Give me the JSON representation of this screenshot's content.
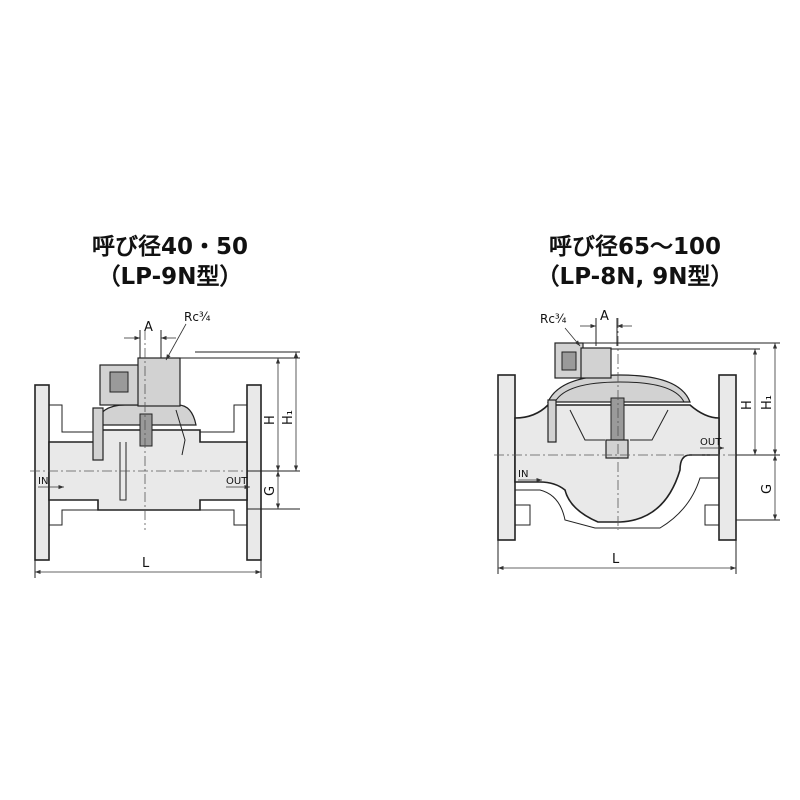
{
  "left": {
    "title_line1": "呼び径40・50",
    "title_line2": "（LP-9N型）",
    "dim_A": "A",
    "dim_Rc": "Rc¾",
    "dim_H": "H",
    "dim_H1": "H₁",
    "dim_G": "G",
    "dim_L": "L",
    "label_in": "IN",
    "label_out": "OUT"
  },
  "right": {
    "title_line1": "呼び径65～100",
    "title_line2": "（LP-8N, 9N型）",
    "dim_A": "A",
    "dim_Rc": "Rc¾",
    "dim_H": "H",
    "dim_H1": "H₁",
    "dim_G": "G",
    "dim_L": "L",
    "label_in": "IN",
    "label_out": "OUT"
  }
}
